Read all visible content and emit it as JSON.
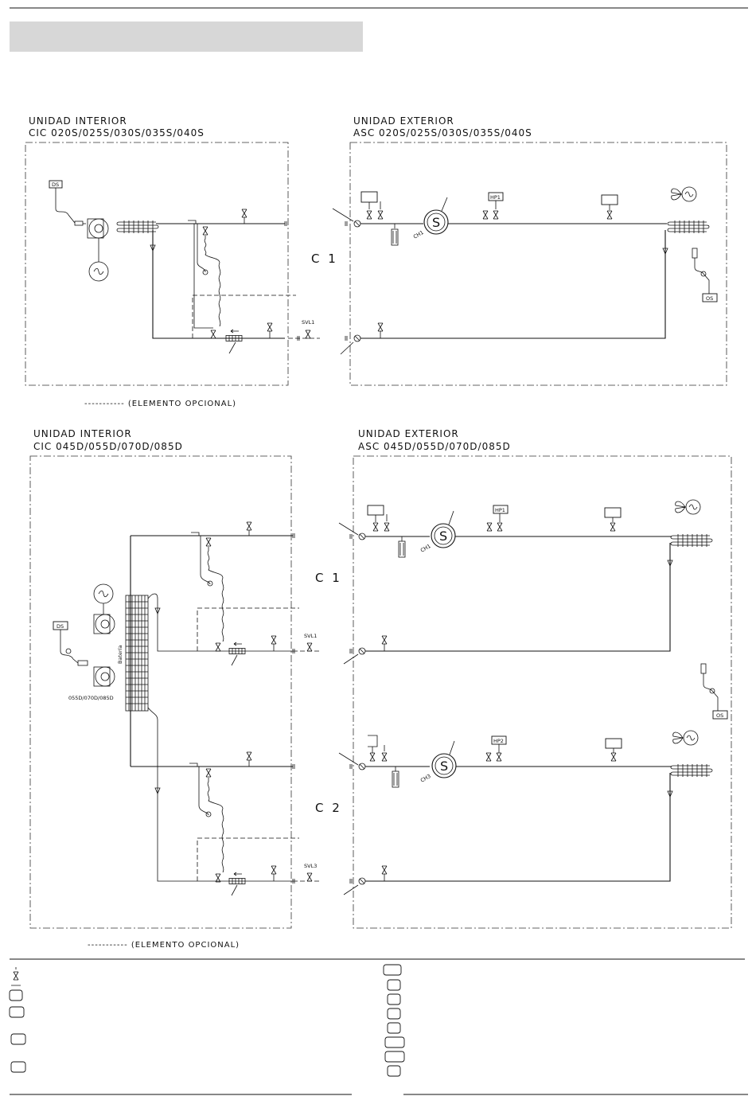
{
  "banner": {
    "color": "#d7d7d7",
    "text": ""
  },
  "diagram_top": {
    "indoor": {
      "title": "UNIDAD  INTERIOR",
      "model": "CIC  020S/025S/030S/035S/040S"
    },
    "outdoor": {
      "title": "UNIDAD  EXTERIOR",
      "model": "ASC  020S/025S/030S/035S/040S"
    },
    "circuit": "C 1",
    "labels": {
      "ds": "DS",
      "os": "OS",
      "hp1": "HP1",
      "ch1": "CH1",
      "svl1": "SVL1",
      "compressor": "S"
    },
    "optional_note": "----------- (ELEMENTO  OPCIONAL)"
  },
  "diagram_bottom": {
    "indoor": {
      "title": "UNIDAD  INTERIOR",
      "model": "CIC  045D/055D/070D/085D"
    },
    "outdoor": {
      "title": "UNIDAD  EXTERIOR",
      "model": "ASC  045D/055D/070D/085D"
    },
    "circuit_1": "C 1",
    "circuit_2": "C 2",
    "labels": {
      "ds": "DS",
      "os": "OS",
      "hp1": "HP1",
      "hp2": "HP2",
      "ch1": "CH1",
      "ch3": "CH3",
      "svl1": "SVL1",
      "svl3": "SVL3",
      "bateria": "Batería",
      "fan_models": "055D/070D/085D",
      "compressor": "S"
    },
    "optional_note": "----------- (ELEMENTO  OPCIONAL)"
  }
}
